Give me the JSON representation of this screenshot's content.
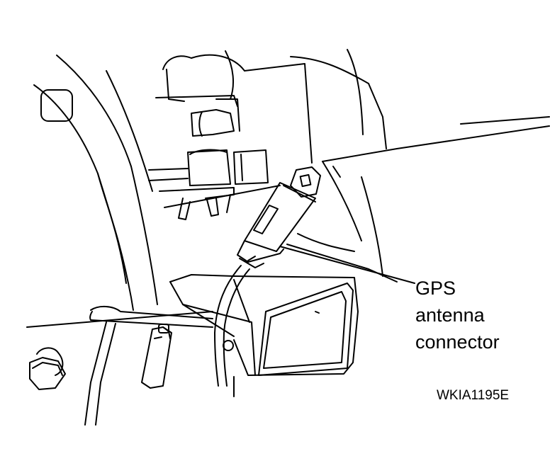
{
  "callout": {
    "line1": "GPS",
    "line2": "antenna",
    "line3": "connector"
  },
  "figure_code": "WKIA1195E",
  "colors": {
    "ink": "#000000",
    "paper": "#ffffff"
  }
}
